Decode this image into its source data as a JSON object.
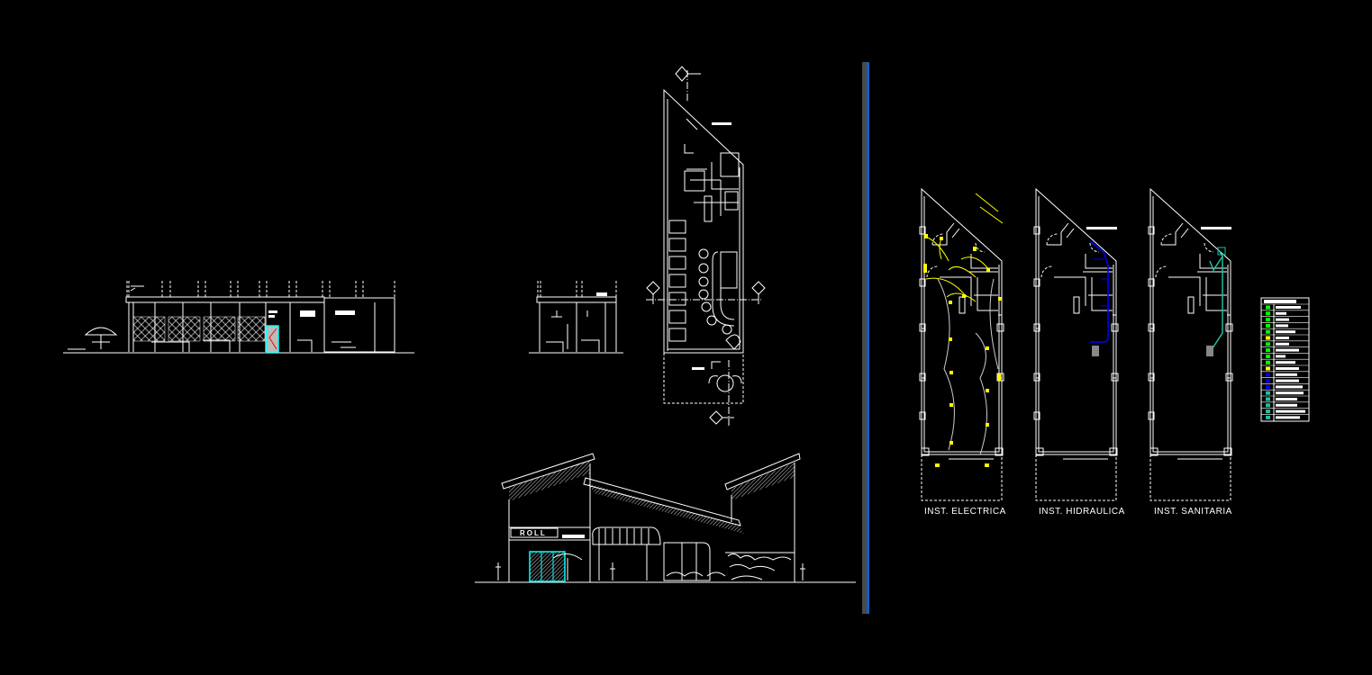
{
  "canvas": {
    "background": "#000000"
  },
  "colors": {
    "line": "#ffffff",
    "electric": "#ffff00",
    "hydraulic": "#0000ff",
    "sanitary": "#20c0a0",
    "door_accent": "#00ffff",
    "divider": "#1060c0",
    "legend_green": "#00ff00"
  },
  "front_elevation": {
    "sign_text": "ROLL"
  },
  "installations": [
    {
      "label": "INST. ELECTRICA"
    },
    {
      "label": "INST. HIDRAULICA"
    },
    {
      "label": "INST. SANITARIA"
    }
  ]
}
